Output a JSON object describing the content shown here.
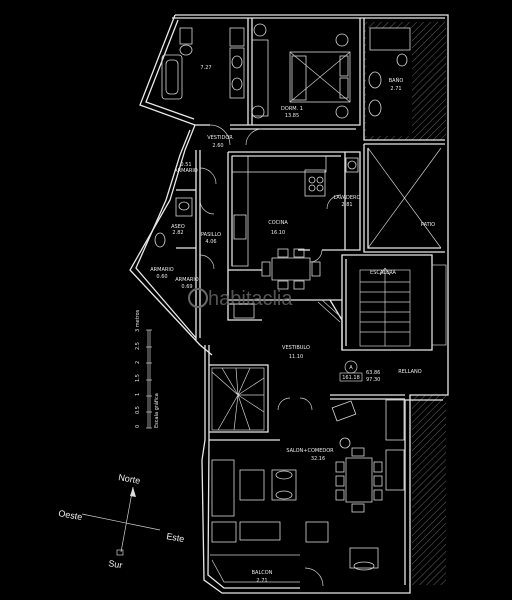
{
  "rooms": {
    "bano_principal": {
      "area": "7.27"
    },
    "dormitorio": {
      "name": "DORM. 1",
      "area": "13.85"
    },
    "bano2": {
      "name": "BAÑO",
      "area": "2.71"
    },
    "vestidor": {
      "name": "VESTIDOR",
      "area": "2.60"
    },
    "armario1": {
      "name": "ARMARIO",
      "area": "0.51"
    },
    "pasillo": {
      "name": "PASILLO",
      "area": "4.06"
    },
    "aseo": {
      "name": "ASEO",
      "area": "2.82"
    },
    "armario2": {
      "name": "ARMARIO",
      "area": "0.60"
    },
    "armario3": {
      "name": "ARMARIO",
      "area": "0.69"
    },
    "cocina": {
      "name": "COCINA",
      "area": "16.10"
    },
    "lavadero": {
      "name": "LAVADERO",
      "area": "2.81"
    },
    "patio": {
      "name": "PATIO"
    },
    "escalera": {
      "name": "ESCALERA"
    },
    "vestibulo": {
      "name": "VESTIBULO",
      "area": "11.10"
    },
    "rellano": {
      "name": "RELLANO"
    },
    "salon": {
      "name": "SALON+COMEDOR",
      "area": "32.16"
    },
    "balcon": {
      "name": "BALCON",
      "area": "2.71"
    }
  },
  "unit_tag": {
    "letter": "A",
    "code": "161.18",
    "area1": "63.86",
    "area2": "97.30"
  },
  "scale_bar": {
    "title": "Escala gráfica",
    "ticks": [
      "0",
      "0.5",
      "1",
      "1.5",
      "2",
      "2.5",
      "3 metros"
    ]
  },
  "compass": {
    "north": "Norte",
    "south": "Sur",
    "east": "Este",
    "west": "Oeste"
  },
  "watermark": "habitaclia"
}
